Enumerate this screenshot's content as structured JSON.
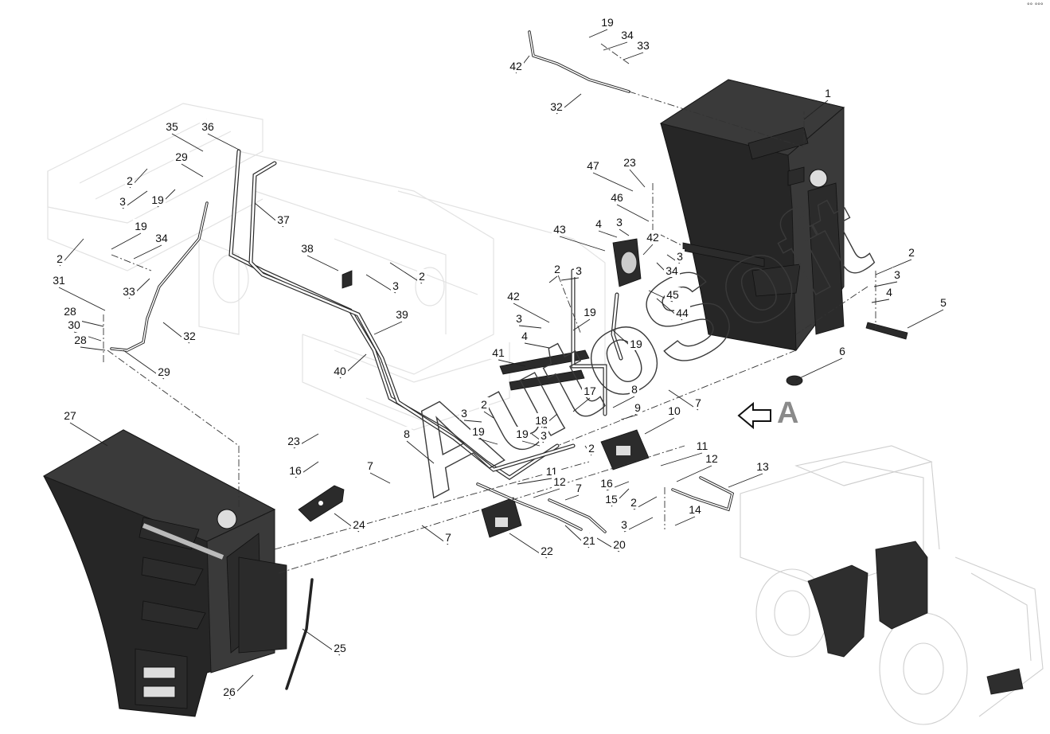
{
  "diagram": {
    "view_marker": "A",
    "watermark": "AutoSoft",
    "corner_mark": "°° °°°",
    "callouts": [
      {
        "id": "1"
      },
      {
        "id": "2"
      },
      {
        "id": "3"
      },
      {
        "id": "4"
      },
      {
        "id": "5"
      },
      {
        "id": "6"
      },
      {
        "id": "7"
      },
      {
        "id": "8"
      },
      {
        "id": "9"
      },
      {
        "id": "10"
      },
      {
        "id": "11"
      },
      {
        "id": "12"
      },
      {
        "id": "13"
      },
      {
        "id": "14"
      },
      {
        "id": "15"
      },
      {
        "id": "16"
      },
      {
        "id": "17"
      },
      {
        "id": "18"
      },
      {
        "id": "19"
      },
      {
        "id": "20"
      },
      {
        "id": "21"
      },
      {
        "id": "22"
      },
      {
        "id": "23"
      },
      {
        "id": "24"
      },
      {
        "id": "25"
      },
      {
        "id": "26"
      },
      {
        "id": "27"
      },
      {
        "id": "28"
      },
      {
        "id": "29"
      },
      {
        "id": "30"
      },
      {
        "id": "31"
      },
      {
        "id": "32"
      },
      {
        "id": "33"
      },
      {
        "id": "34"
      },
      {
        "id": "35"
      },
      {
        "id": "36"
      },
      {
        "id": "37"
      },
      {
        "id": "38"
      },
      {
        "id": "39"
      },
      {
        "id": "40"
      },
      {
        "id": "41"
      },
      {
        "id": "42"
      },
      {
        "id": "43"
      },
      {
        "id": "44"
      },
      {
        "id": "45"
      },
      {
        "id": "46"
      },
      {
        "id": "47"
      }
    ]
  }
}
